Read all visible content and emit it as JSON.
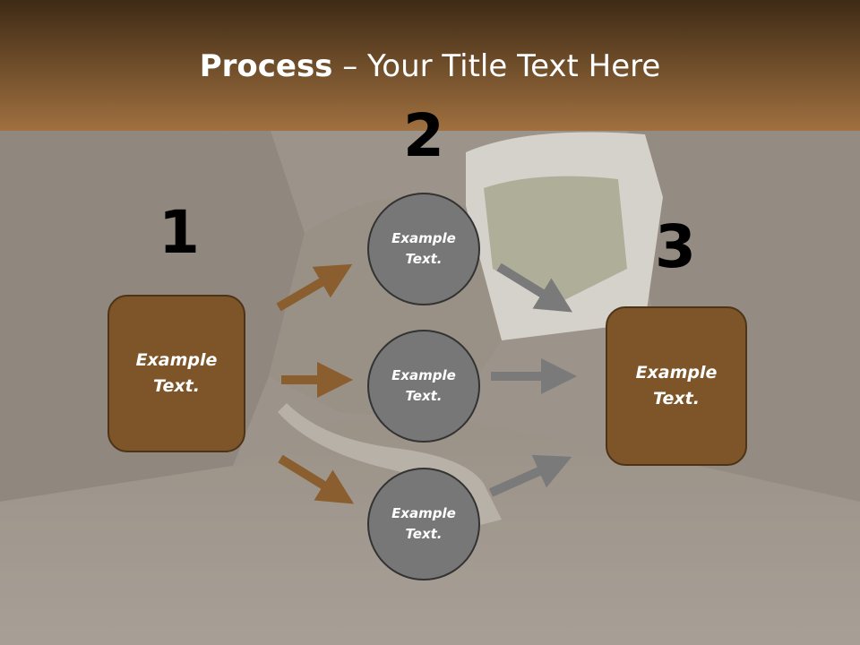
{
  "title": {
    "bold": "Process",
    "rest": " – Your Title Text Here"
  },
  "numbers": [
    "1",
    "2",
    "3"
  ],
  "left_box": {
    "label": "Example\nText."
  },
  "circles": [
    {
      "label": "Example\nText."
    },
    {
      "label": "Example\nText."
    },
    {
      "label": "Example\nText."
    }
  ],
  "right_box": {
    "label": "Example\nText."
  },
  "colors": {
    "header": "#7a5530",
    "box": "#7d5528",
    "circle": "#777777",
    "arrow_left": "#8a5e2e",
    "arrow_right": "#7a7a7a"
  }
}
